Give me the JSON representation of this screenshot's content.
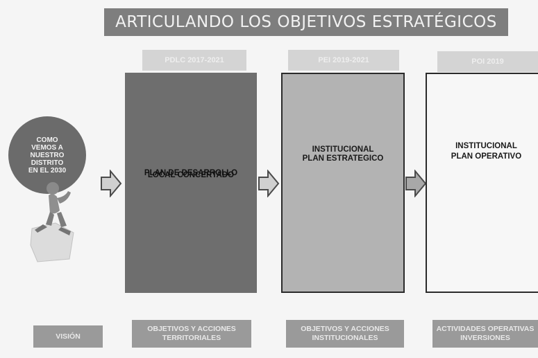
{
  "title": "ARTICULANDO LOS OBJETIVOS ESTRATÉGICOS",
  "vision_bubble": {
    "lines": [
      "COMO",
      "VEMOS A",
      "NUESTRO",
      "DISTRITO",
      "EN EL 2030"
    ]
  },
  "plans": [
    {
      "tag": "PDLC 2017-2021",
      "lines": [
        "PLAN DE DESARROLLO",
        "LOCAL CONCERTADO"
      ],
      "bottom_lines": [
        "OBJETIVOS Y ACCIONES",
        "TERRITORIALES"
      ]
    },
    {
      "tag": "PEI 2019-2021",
      "lines": [
        "PLAN ESTRATEGICO",
        "INSTITUCIONAL"
      ],
      "bottom_lines": [
        "OBJETIVOS Y ACCIONES",
        "INSTITUCIONALES"
      ]
    },
    {
      "tag": "POI 2019",
      "lines": [
        "PLAN OPERATIVO",
        "INSTITUCIONAL"
      ],
      "bottom_lines": [
        "ACTIVIDADES OPERATIVAS",
        "INVERSIONES"
      ]
    }
  ],
  "vision_label": "VISIÓN",
  "colors": {
    "title_bg": "#7e7e7e",
    "panel1": "#6e6e6e",
    "panel2": "#b3b3b3",
    "panel3": "#f7f7f7",
    "tag_bg": "#d4d4d4",
    "bottom_bg": "#9a9a9a"
  }
}
